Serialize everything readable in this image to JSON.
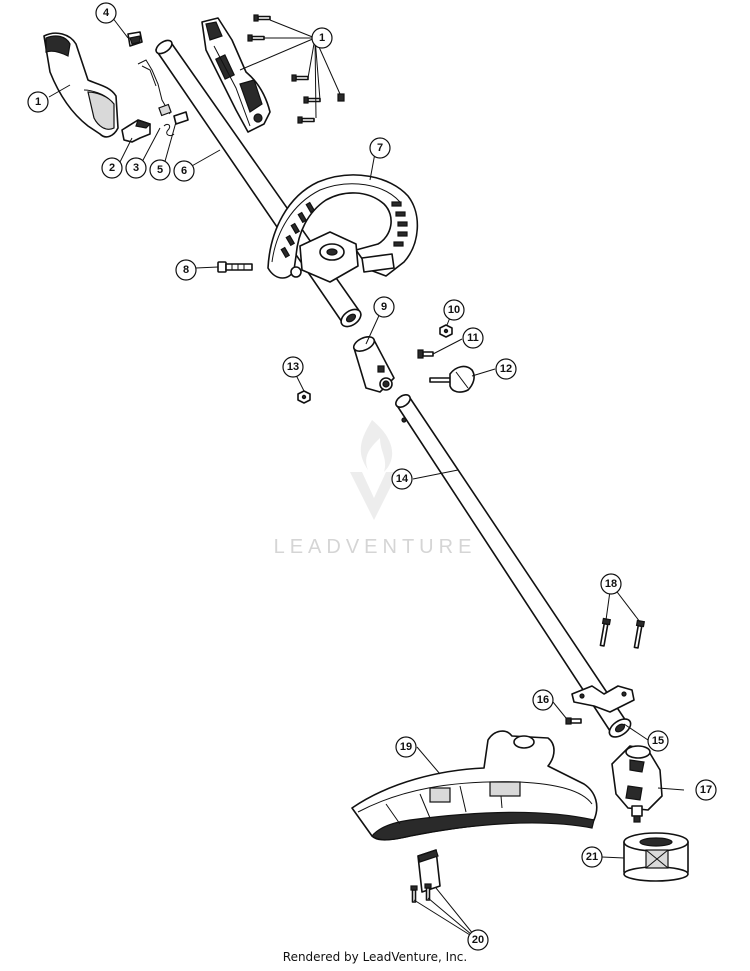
{
  "watermark": "LEADVENTURE",
  "footer": "Rendered by LeadVenture, Inc.",
  "callouts": [
    "1",
    "1",
    "2",
    "3",
    "4",
    "5",
    "6",
    "7",
    "8",
    "9",
    "10",
    "11",
    "12",
    "13",
    "14",
    "15",
    "16",
    "17",
    "18",
    "19",
    "20",
    "21"
  ]
}
